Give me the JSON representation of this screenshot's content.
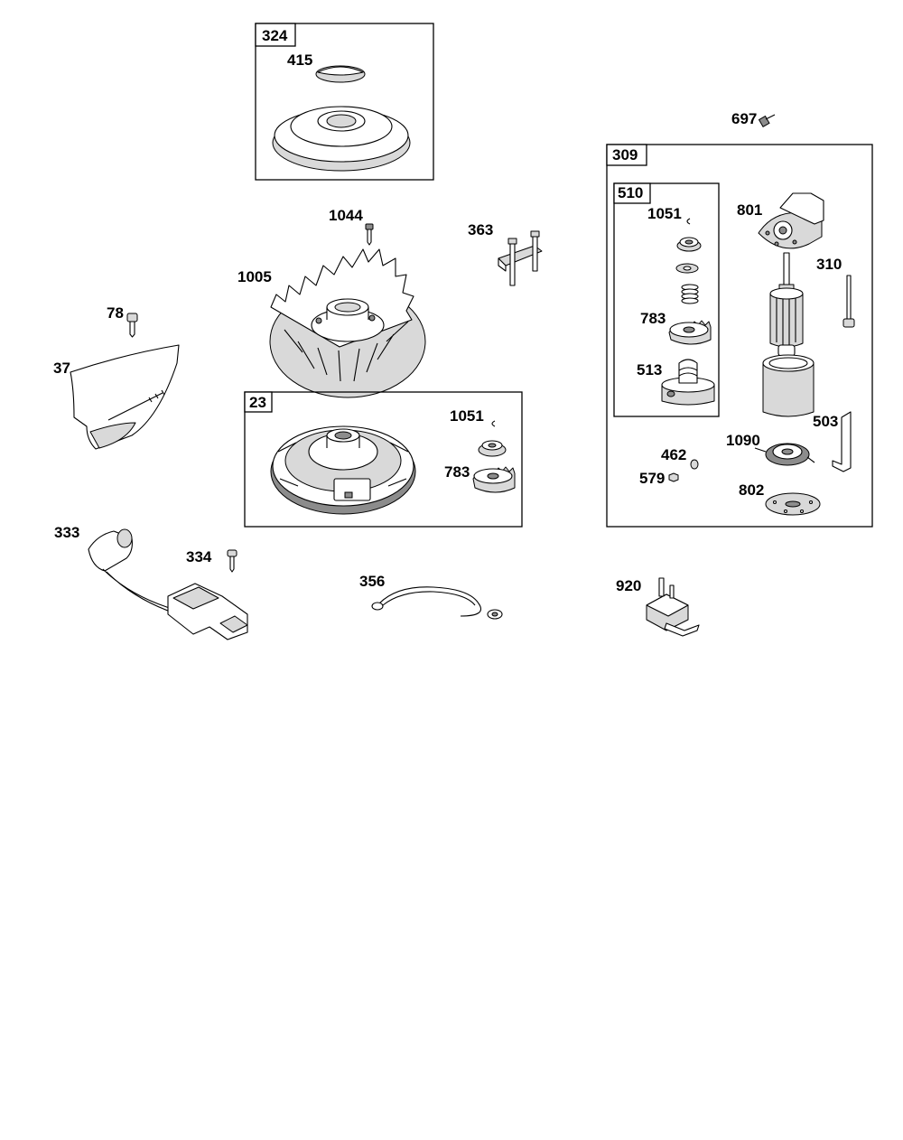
{
  "boxes": {
    "b324": "324",
    "b309": "309",
    "b510": "510",
    "b23": "23"
  },
  "labels": {
    "l415": "415",
    "l697": "697",
    "l1044": "1044",
    "l363": "363",
    "l1005": "1005",
    "l78": "78",
    "l37": "37",
    "l1051a": "1051",
    "l783a": "783",
    "l1051b": "1051",
    "l783b": "783",
    "l513": "513",
    "l801": "801",
    "l310": "310",
    "l462": "462",
    "l579": "579",
    "l1090": "1090",
    "l503": "503",
    "l802": "802",
    "l333": "333",
    "l334": "334",
    "l356": "356",
    "l920": "920"
  }
}
